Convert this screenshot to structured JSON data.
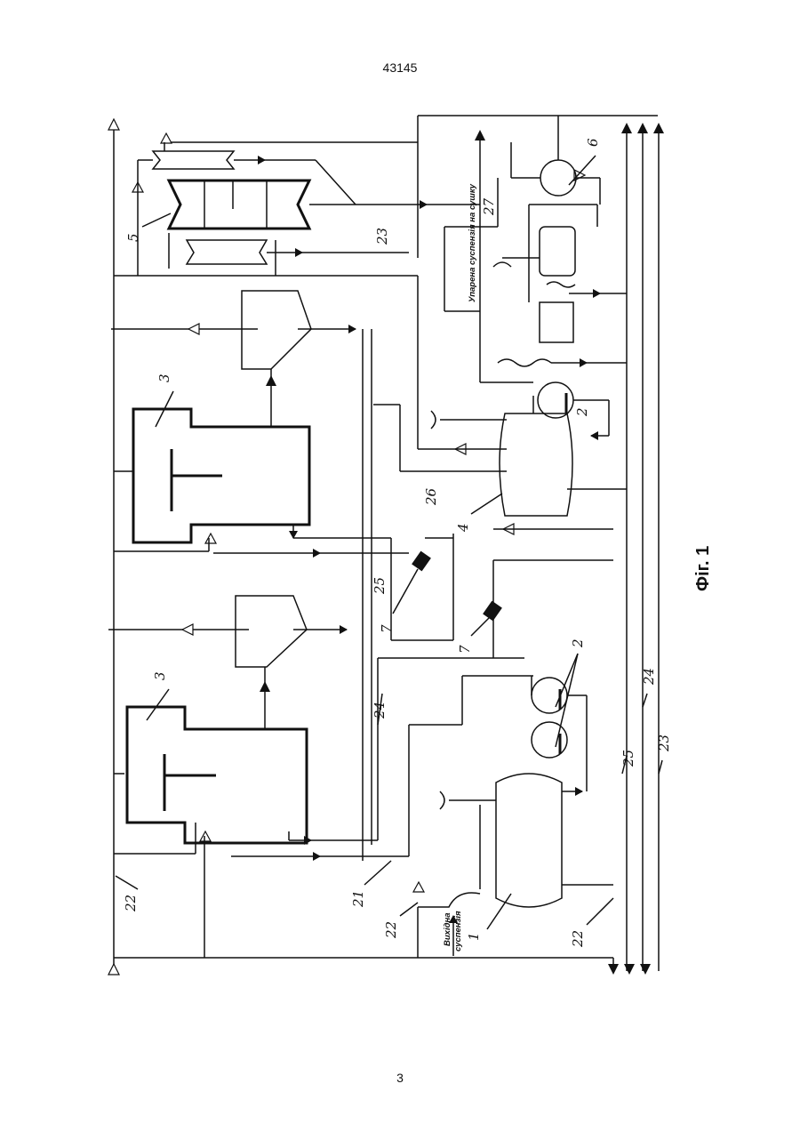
{
  "page": {
    "number_top": "43145",
    "number_bottom": "3"
  },
  "figure": {
    "caption": "Фіг. 1",
    "input_label_line1": "Вихідна",
    "input_label_line2": "суспензія",
    "output_label": "Упарена суспензія на сушку",
    "callouts": {
      "n1": "1",
      "n2a": "2",
      "n2b": "2",
      "n3a": "3",
      "n3b": "3",
      "n4": "4",
      "n5": "5",
      "n6": "6",
      "n7a": "7",
      "n7b": "7",
      "n21": "21",
      "n22a": "22",
      "n22b": "22",
      "n22c": "22",
      "n23a": "23",
      "n23b": "23",
      "n24a": "24",
      "n24b": "24",
      "n25a": "25",
      "n25b": "25",
      "n26": "26",
      "n27": "27"
    }
  }
}
